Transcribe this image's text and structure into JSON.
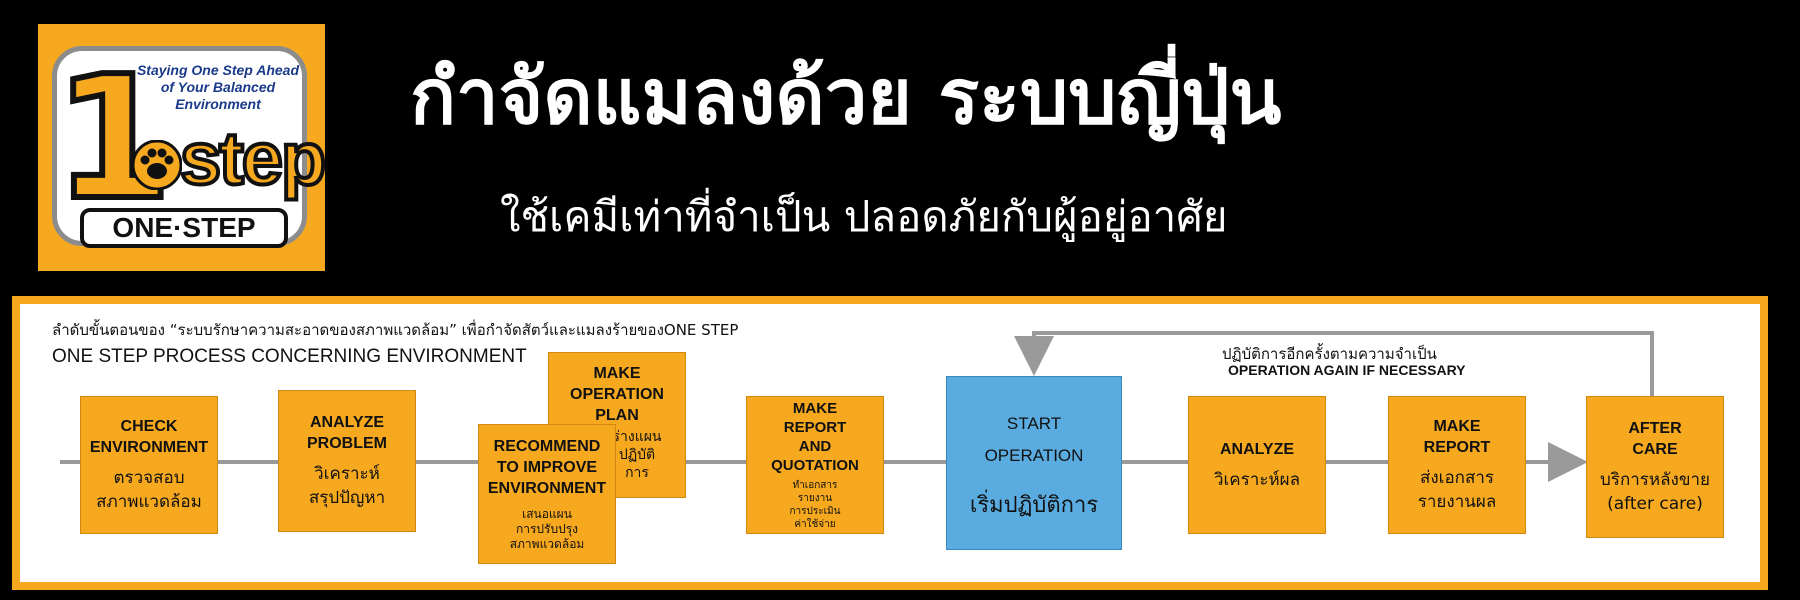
{
  "logo": {
    "numeral": "1",
    "tagline": "Staying One Step Ahead\nof Your Balanced Environment",
    "word": "step",
    "name": "ONE·STEP"
  },
  "title": "กำจัดแมลงด้วย ระบบญี่ปุ่น",
  "subtitle": "ใช้เคมีเท่าที่จำเป็น ปลอดภัยกับผู้อยู่อาศัย",
  "panel": {
    "heading_th": "ลำดับขั้นตอนของ “ระบบรักษาความสะอาดของสภาพแวดล้อม” เพื่อกำจัดสัตว์และแมลงร้ายของONE STEP",
    "heading_en": "ONE STEP PROCESS CONCERNING ENVIRONMENT",
    "loop_th": "ปฏิบัติการอีกครั้งตามความจำเป็น",
    "loop_en": "OPERATION AGAIN IF NECESSARY"
  },
  "steps": {
    "check": {
      "en": "CHECK\nENVIRONMENT",
      "th": "ตรวจสอบ\nสภาพแวดล้อม"
    },
    "analyze": {
      "en": "ANALYZE\nPROBLEM",
      "th": "วิเคราะห์\nสรุปปัญหา"
    },
    "plan": {
      "en": "MAKE\nOPERATION\nPLAN",
      "th": "ร่างแผน\nปฏิบัติ\nการ"
    },
    "recommend": {
      "en": "RECOMMEND\nTO IMPROVE\nENVIRONMENT",
      "th": "เสนอแผน\nการปรับปรุง\nสภาพแวดล้อม"
    },
    "report": {
      "en": "MAKE\nREPORT\nAND\nQUOTATION",
      "th": "ทำเอกสาร\nรายงาน\nการประเมิน\nค่าใช้จ่าย"
    },
    "start": {
      "en": "START\nOPERATION",
      "th": "เริ่มปฏิบัติการ"
    },
    "analyze_result": {
      "en": "ANALYZE",
      "th": "วิเคราะห์ผล"
    },
    "make_report": {
      "en": "MAKE\nREPORT",
      "th": "ส่งเอกสาร\nรายงานผล"
    },
    "after_care": {
      "en": "AFTER\nCARE",
      "th": "บริการหลังขาย\n(after care)"
    }
  },
  "colors": {
    "orange": "#f6a81f",
    "blue": "#5aace0",
    "connector": "#9a9a9a"
  }
}
